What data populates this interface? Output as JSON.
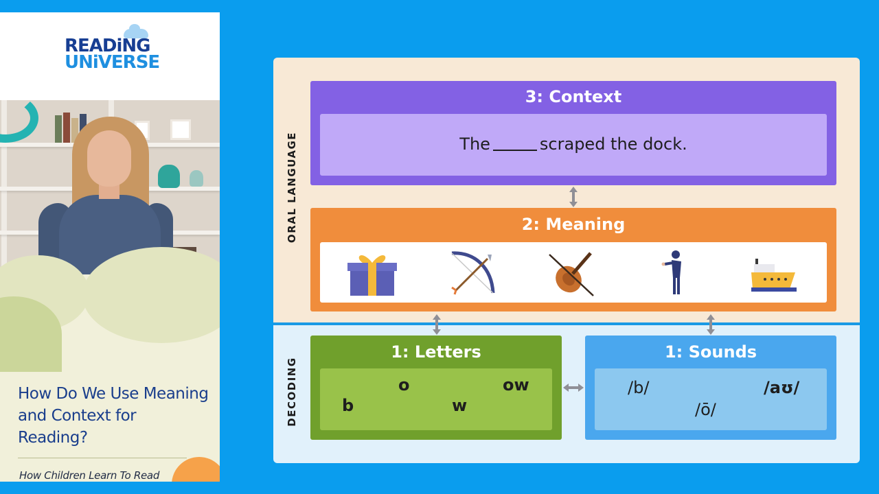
{
  "sidebar": {
    "logo_line1": "READiNG",
    "logo_line2": "UNiVERSE",
    "title": "How Do We Use Meaning and Context for Reading?",
    "series": "How Children Learn To Read"
  },
  "diagram": {
    "oral_label": "ORAL LANGUAGE",
    "decoding_label": "DECODING",
    "context": {
      "heading": "3: Context",
      "sentence_before": "The",
      "sentence_after": "scraped the dock."
    },
    "meaning": {
      "heading": "2: Meaning",
      "icons": [
        "gift-icon",
        "bow-and-arrow-icon",
        "violin-bow-icon",
        "bowing-person-icon",
        "boat-icon"
      ]
    },
    "letters": {
      "heading": "1: Letters",
      "tokens": [
        "b",
        "o",
        "w",
        "ow"
      ]
    },
    "sounds": {
      "heading": "1: Sounds",
      "tokens": [
        "/b/",
        "/ō/",
        "/aʊ/"
      ]
    }
  },
  "colors": {
    "background": "#0a9dee",
    "context": "#8361e4",
    "meaning": "#f08d3c",
    "letters": "#70a02c",
    "sounds": "#4aa7ee"
  }
}
